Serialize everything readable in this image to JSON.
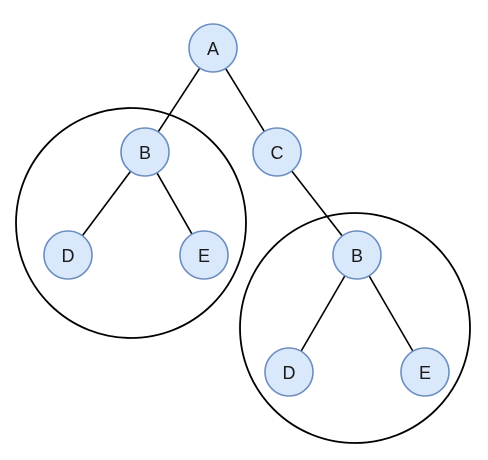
{
  "colors": {
    "node_fill": "#dae8fc",
    "node_stroke": "#6c8ebf",
    "edge": "#000000",
    "group_outline": "#000000",
    "background": "#ffffff"
  },
  "tree": {
    "nodes": [
      {
        "id": "n-a",
        "label": "A"
      },
      {
        "id": "n-b1",
        "label": "B"
      },
      {
        "id": "n-c",
        "label": "C"
      },
      {
        "id": "n-d1",
        "label": "D"
      },
      {
        "id": "n-e1",
        "label": "E"
      },
      {
        "id": "n-b2",
        "label": "B"
      },
      {
        "id": "n-d2",
        "label": "D"
      },
      {
        "id": "n-e2",
        "label": "E"
      }
    ],
    "edges": [
      [
        "n-a",
        "n-b1"
      ],
      [
        "n-a",
        "n-c"
      ],
      [
        "n-b1",
        "n-d1"
      ],
      [
        "n-b1",
        "n-e1"
      ],
      [
        "n-c",
        "n-b2"
      ],
      [
        "n-b2",
        "n-d2"
      ],
      [
        "n-b2",
        "n-e2"
      ]
    ],
    "highlighted_subtrees": [
      "n-b1",
      "n-b2"
    ]
  }
}
